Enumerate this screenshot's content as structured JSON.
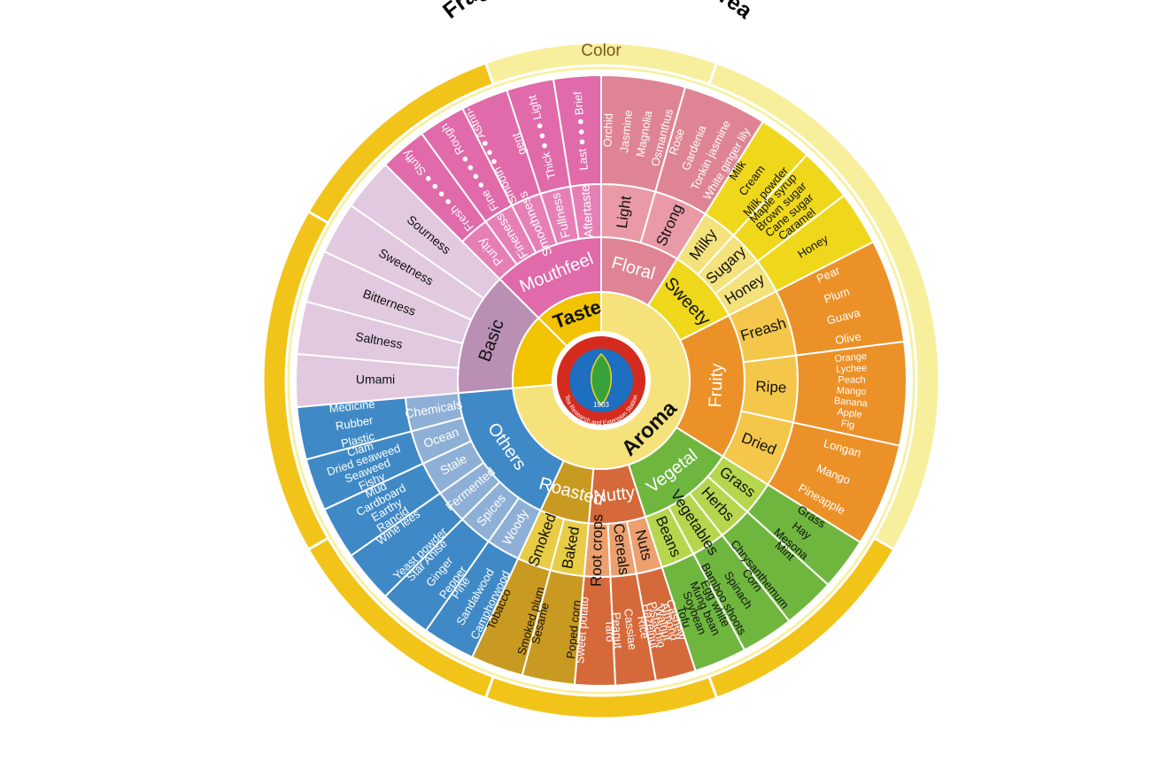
{
  "title": "Fragrant Ball Type Oolong Tea",
  "color_label": "Color",
  "logo": {
    "text": "Tea Research and Extension Station",
    "year": "1903"
  },
  "colors": {
    "taste_core": "#f2c300",
    "aroma_core": "#f5e27a",
    "basic": "#b98fb4",
    "basic_outer": "#e1c9df",
    "mouthfeel": "#e06aaa",
    "mouthfeel_mid": "#e67fb6",
    "floral": "#df8494",
    "floral_mid": "#e99aa6",
    "sweety": "#efd81c",
    "sweety_mid": "#f4e27c",
    "fruity": "#ec9128",
    "fruity_mid": "#f4c64a",
    "vegetal": "#6fb63f",
    "vegetal_mid": "#b6d64e",
    "nutty": "#d5693a",
    "nutty_mid": "#eda06e",
    "roasted": "#c99a22",
    "roasted_mid": "#e8cc45",
    "others": "#3f89c6",
    "others_mid": "#8fb0d6",
    "ring_gold": "#f2c41a",
    "ring_pale": "#f7ef9c"
  },
  "center": {
    "taste": "Taste",
    "aroma": "Aroma"
  },
  "categories": [
    {
      "key": "mouthfeel",
      "label": "Mouthfeel",
      "children": [
        {
          "label": "Purity",
          "outer": [
            "Fresh ● ● ● ● Stuffy"
          ]
        },
        {
          "label": "Fineness",
          "outer": [
            "Fine ● ● ● ● Rough"
          ]
        },
        {
          "label": "Smoothness",
          "outer": [
            "Smooth ● ● ● Astrin-",
            "gent"
          ]
        },
        {
          "label": "Fullness",
          "outer": [
            "Thick ● ● ● Light"
          ]
        },
        {
          "label": "Aftertaste",
          "outer": [
            "Last ● ● ● Brief"
          ]
        }
      ]
    },
    {
      "key": "floral",
      "label": "Floral",
      "children": [
        {
          "label": "Light",
          "outer": [
            "Orchid",
            "Jasmine",
            "Magnolia",
            "Osmanthus"
          ]
        },
        {
          "label": "Strong",
          "outer": [
            "Rose",
            "Gardenia",
            "Tonkin jasmine",
            "White ginger lily"
          ]
        }
      ]
    },
    {
      "key": "sweety",
      "label": "Sweety",
      "children": [
        {
          "label": "Milky",
          "outer": [
            "Milk",
            "Cream",
            "Milk powder"
          ]
        },
        {
          "label": "Sugary",
          "outer": [
            "Maple syrup",
            "Brown sugar",
            "Cane sugar",
            "Caramel"
          ]
        },
        {
          "label": "Honey",
          "outer": [
            "Honey"
          ]
        }
      ]
    },
    {
      "key": "fruity",
      "label": "Fruity",
      "children": [
        {
          "label": "Freash",
          "outer": [
            "Pear",
            "Plum",
            "Guava",
            "Olive"
          ]
        },
        {
          "label": "Ripe",
          "outer": [
            "Orange",
            "Lychee",
            "Peach",
            "Mango",
            "Banana",
            "Apple",
            "Fig"
          ]
        },
        {
          "label": "Dried",
          "outer": [
            "Longan",
            "Mango",
            "Pineapple"
          ]
        }
      ]
    },
    {
      "key": "vegetal",
      "label": "Vegetal",
      "children": [
        {
          "label": "Grass",
          "outer": [
            "Grass",
            "Hay",
            "Mesona"
          ]
        },
        {
          "label": "Herbs",
          "outer": [
            "Mint",
            "Chrysanthemum"
          ]
        },
        {
          "label": "Vegetables",
          "outer": [
            "Corn",
            "Spinach",
            "Bamboo shoots"
          ]
        },
        {
          "label": "Beans",
          "outer": [
            "Egg white",
            "Mung bean",
            "Soybean",
            "Tofu"
          ]
        }
      ]
    },
    {
      "key": "nutty",
      "label": "Nutty",
      "children": [
        {
          "label": "Nuts",
          "outer": [
            "Cashew",
            "Almond",
            "Walnut",
            "Pistachio",
            "Hazelnut"
          ]
        },
        {
          "label": "Cereals",
          "outer": [
            "Rice",
            "Cassiae",
            "Peanut"
          ]
        },
        {
          "label": "Root crops",
          "outer": [
            "Taro",
            "Sweet potato"
          ]
        }
      ]
    },
    {
      "key": "roasted",
      "label": "Roasted",
      "children": [
        {
          "label": "Baked",
          "outer": [
            "Poped corn",
            "Sesame"
          ]
        },
        {
          "label": "Smoked",
          "outer": [
            "Smoked plum",
            "Tobacco"
          ]
        }
      ]
    },
    {
      "key": "others",
      "label": "Others",
      "children": [
        {
          "label": "Woody",
          "outer": [
            "Camphorwood",
            "Sandalwood",
            "Pine"
          ]
        },
        {
          "label": "Spices",
          "outer": [
            "Pepper",
            "Ginger",
            "Star Anise"
          ]
        },
        {
          "label": "Fermented",
          "outer": [
            "Yeast powder",
            "Wine lees"
          ]
        },
        {
          "label": "Stale",
          "outer": [
            "Rancid",
            "Earthy",
            "Cardboard",
            "Mud"
          ]
        },
        {
          "label": "Ocean",
          "outer": [
            "Fishy",
            "Seaweed",
            "Dried seaweed",
            "Clam"
          ]
        },
        {
          "label": "Chemicals",
          "outer": [
            "Plastic",
            "Rubber",
            "Medicine"
          ]
        }
      ]
    },
    {
      "key": "basic",
      "label": "Basic",
      "children": [
        {
          "label": "Umami"
        },
        {
          "label": "Saltness"
        },
        {
          "label": "Bitterness"
        },
        {
          "label": "Sweetness"
        },
        {
          "label": "Sourness"
        }
      ]
    }
  ]
}
